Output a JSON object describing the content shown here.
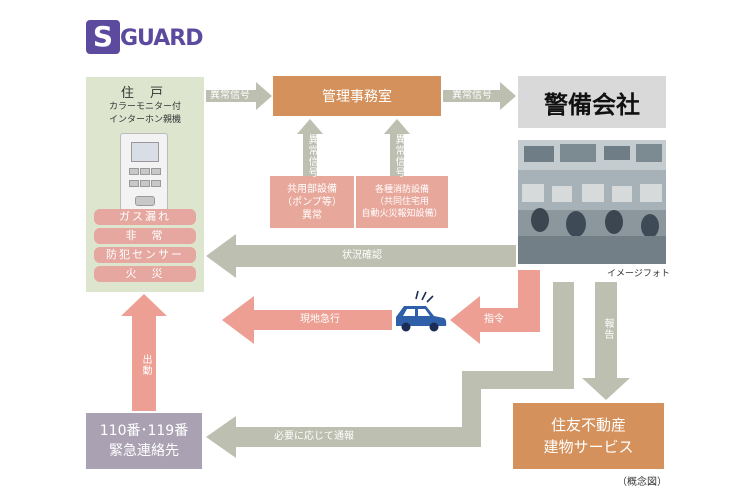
{
  "logo": {
    "text_s": "S",
    "text_rest": "GUARD"
  },
  "residence": {
    "title": "住 戸",
    "subtitle_lines": [
      "カラーモニター付",
      "インターホン親機"
    ],
    "alarms": [
      "ガス漏れ",
      "非　常",
      "防犯センサー",
      "火　災"
    ]
  },
  "management_office": {
    "label": "管理事務室"
  },
  "pump_box": {
    "lines": [
      "共用部設備",
      "（ポンプ等）",
      "異常"
    ]
  },
  "fire_box": {
    "lines": [
      "各種消防設備",
      "（共同住宅用",
      "自動火災報知設備）"
    ]
  },
  "security_company": {
    "label": "警備会社",
    "photo_caption": "イメージフォト"
  },
  "sumitomo": {
    "lines": [
      "住友不動産",
      "建物サービス"
    ]
  },
  "emergency": {
    "lines": [
      "110番･119番",
      "緊急連絡先"
    ]
  },
  "concept_note": "（概念図）",
  "arrow_labels": {
    "abnormal_signal_left": "異常信号",
    "abnormal_signal_right": "異常信号",
    "abnormal_signal_pump": "異常信号",
    "abnormal_signal_fire": "異常信号",
    "status_check": "状況確認",
    "dispatch": "現地急行",
    "command": "指令",
    "report": "報告",
    "notify_if_needed": "必要に応じて通報",
    "dispatch_up": "出動"
  },
  "colors": {
    "gray_arrow": "#bdbfb0",
    "salmon_arrow": "#ec9f92",
    "orange_box": "#d4915b",
    "salmon_box": "#e8a79b",
    "residence_bg": "#dde5cf",
    "logo_purple": "#5b4a9e",
    "car_blue": "#2f5fa8"
  }
}
